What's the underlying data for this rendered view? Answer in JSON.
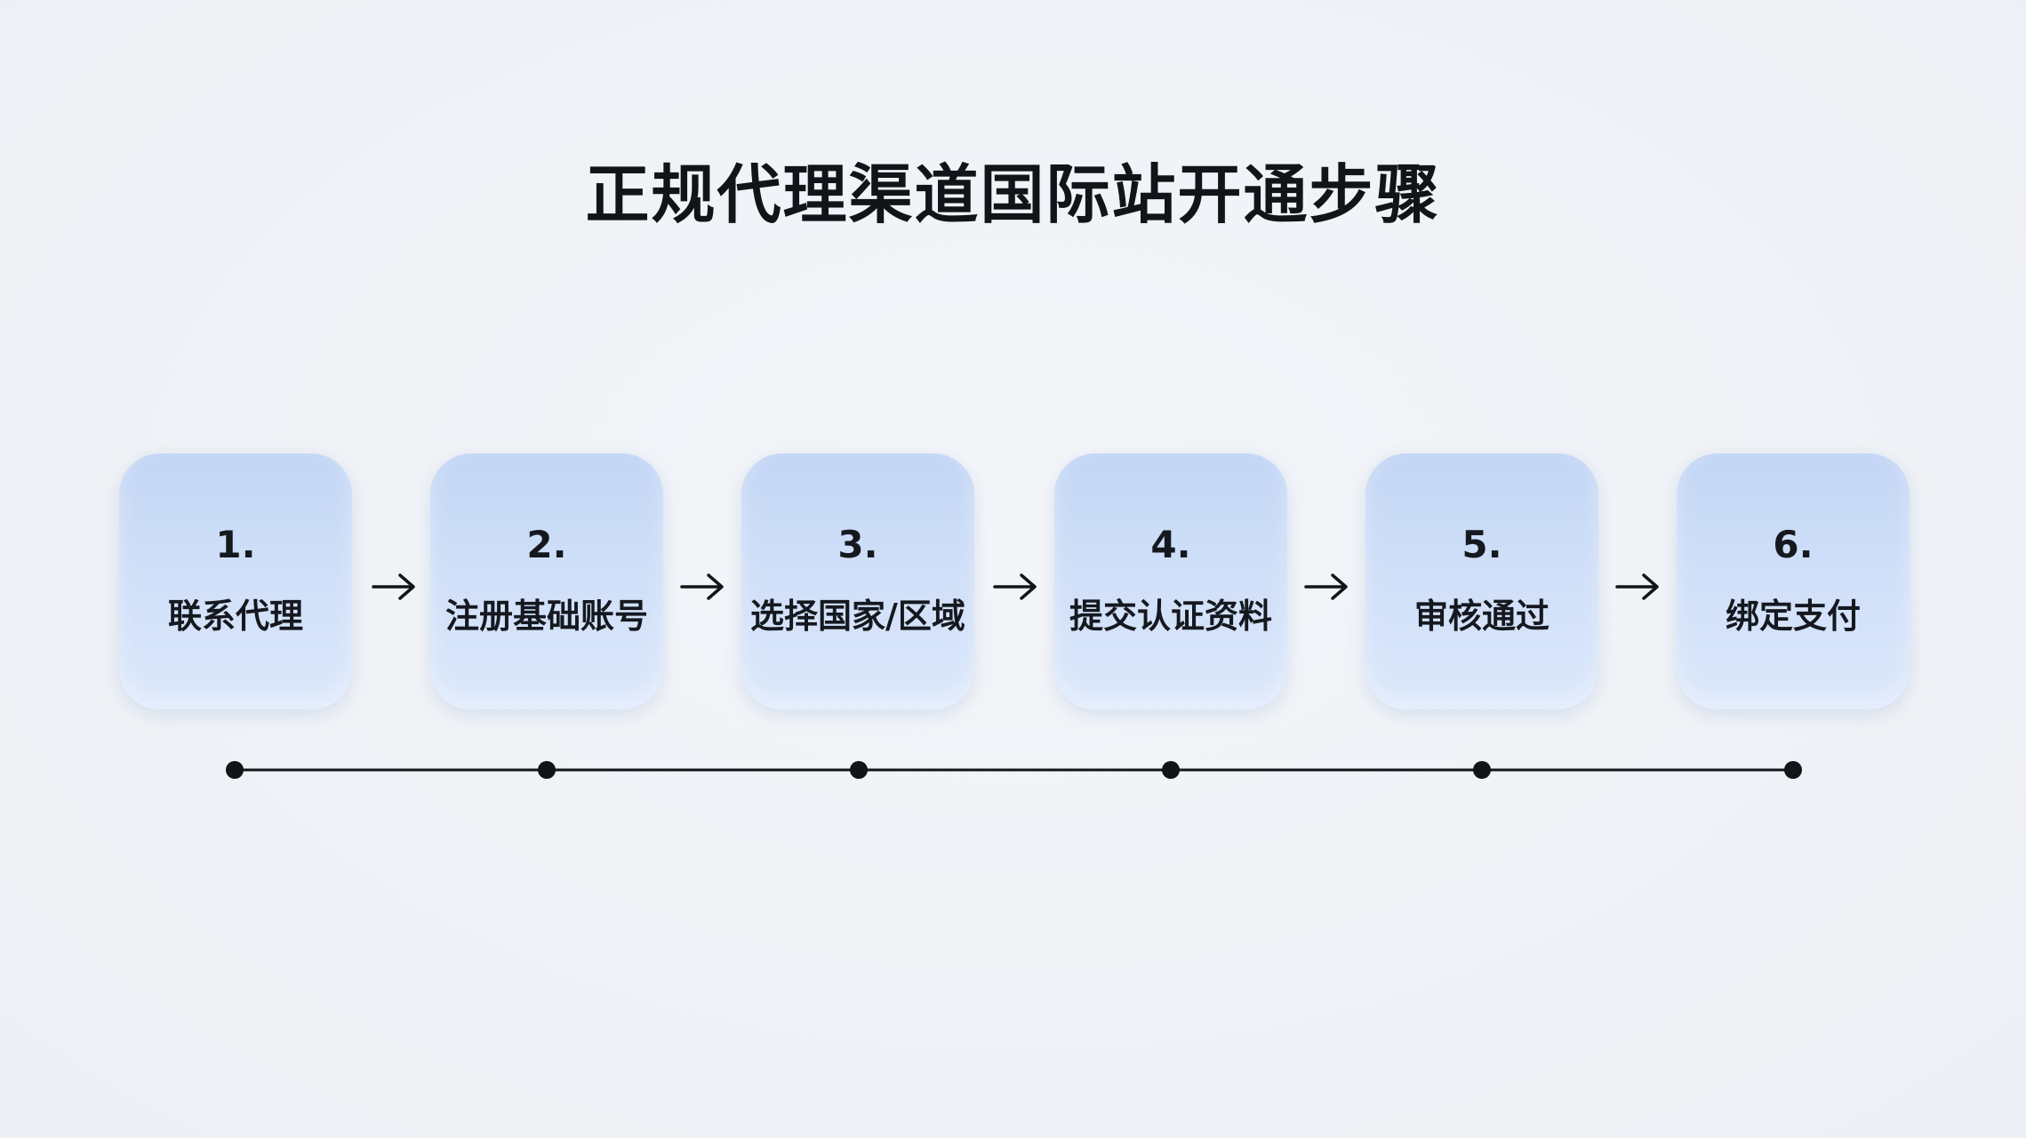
{
  "title": "正规代理渠道国际站开通步骤",
  "steps": [
    {
      "number": "1.",
      "label": "联系代理"
    },
    {
      "number": "2.",
      "label": "注册基础账号"
    },
    {
      "number": "3.",
      "label": "选择国家/区域"
    },
    {
      "number": "4.",
      "label": "提交认证资料"
    },
    {
      "number": "5.",
      "label": "审核通过"
    },
    {
      "number": "6.",
      "label": "绑定支付"
    }
  ],
  "colors": {
    "card": "#c9dbf6",
    "text": "#15191f",
    "line": "#111418"
  }
}
